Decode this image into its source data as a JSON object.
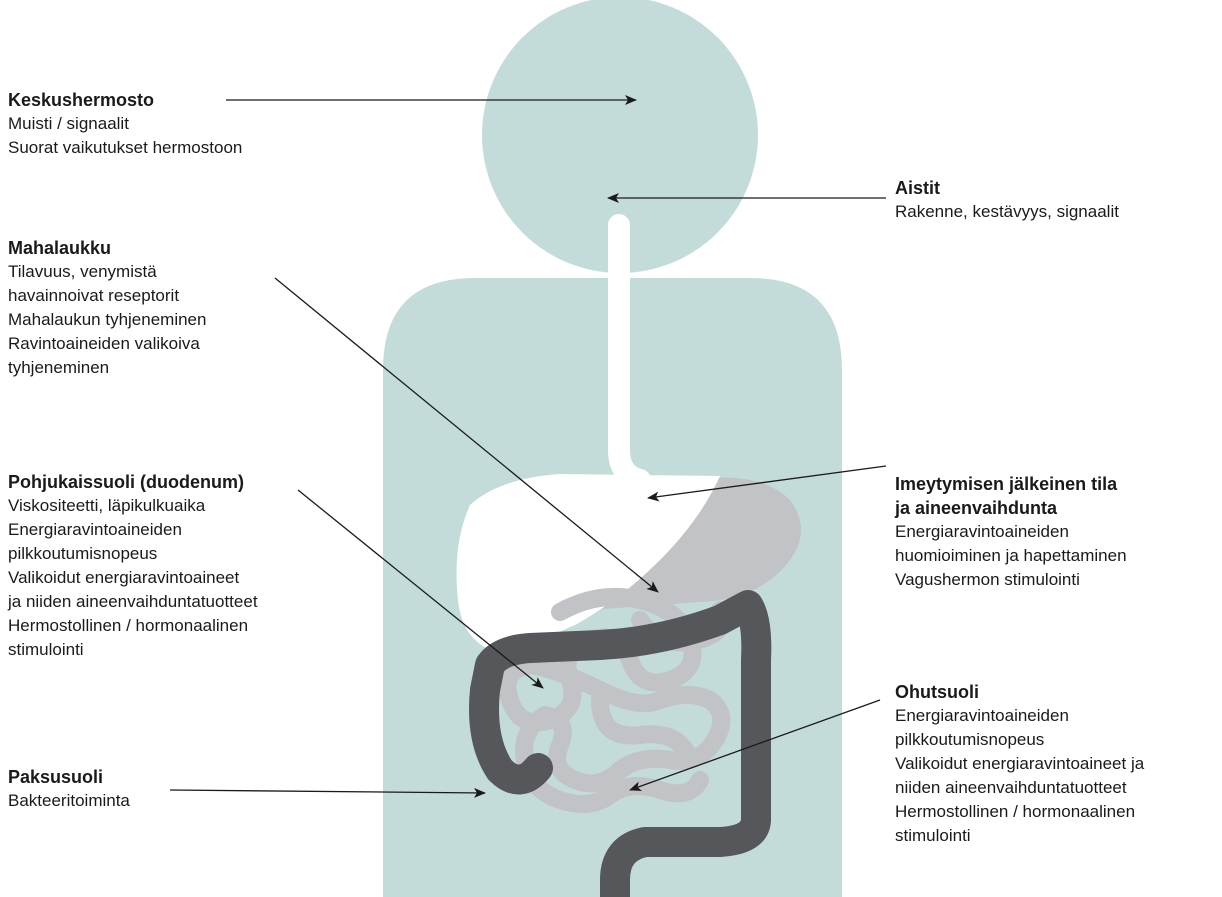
{
  "colors": {
    "body": "#c4dcd9",
    "esophagus_stomach": "#ffffff",
    "small_intestine": "#c2c3c6",
    "large_intestine": "#55575a",
    "arrow": "#1a1a1a"
  },
  "labels": {
    "cns": {
      "title": "Keskushermosto",
      "lines": [
        "Muisti / signaalit",
        "Suorat vaikutukset hermostoon"
      ]
    },
    "senses": {
      "title": "Aistit",
      "lines": [
        "Rakenne, kestävyys, signaalit"
      ]
    },
    "stomach": {
      "title": "Mahalaukku",
      "lines": [
        "Tilavuus, venymistä",
        "havainnoivat reseptorit",
        "Mahalaukun tyhjeneminen",
        "Ravintoaineiden valikoiva",
        "tyhjeneminen"
      ]
    },
    "duodenum": {
      "title": "Pohjukaissuoli (duodenum)",
      "lines": [
        "Viskositeetti, läpikulkuaika",
        "Energiaravintoaineiden",
        "pilkkoutumisnopeus",
        "Valikoidut energiaravintoaineet",
        "ja niiden aineenvaihduntatuotteet",
        "Hermostollinen / hormonaalinen",
        "stimulointi"
      ]
    },
    "postabsorptive": {
      "title_lines": [
        "Imeytymisen jälkeinen tila",
        "ja aineenvaihdunta"
      ],
      "lines": [
        "Energiaravintoaineiden",
        "huomioiminen ja hapettaminen",
        "Vagushermon stimulointi"
      ]
    },
    "small_intestine": {
      "title": "Ohutsuoli",
      "lines": [
        "Energiaravintoaineiden",
        "pilkkoutumisnopeus",
        "Valikoidut energiaravintoaineet ja",
        "niiden aineenvaihduntatuotteet",
        "Hermostollinen / hormonaalinen",
        "stimulointi"
      ]
    },
    "large_intestine": {
      "title": "Paksusuoli",
      "lines": [
        "Bakteeritoiminta"
      ]
    }
  }
}
